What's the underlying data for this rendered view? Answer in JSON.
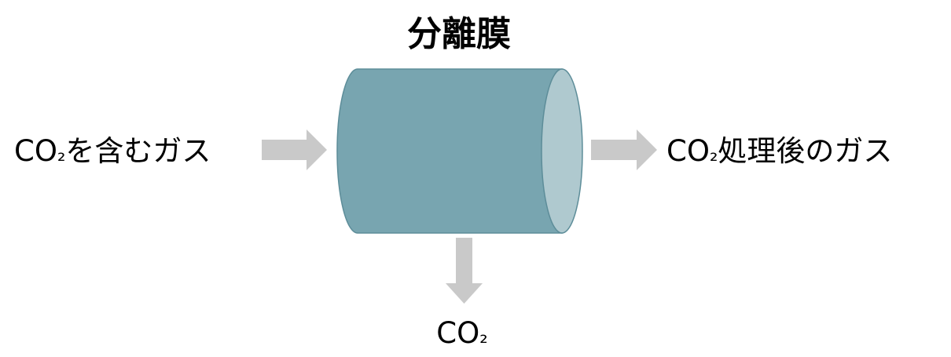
{
  "diagram": {
    "title": "分離膜",
    "input": {
      "prefix": "CO",
      "subscript": "₂",
      "suffix": "を含むガス"
    },
    "output": {
      "prefix": "CO",
      "subscript": "₂",
      "suffix": "処理後のガス"
    },
    "permeate": {
      "prefix": "CO",
      "subscript": "₂"
    }
  },
  "colors": {
    "membrane_body": "#78a5b0",
    "membrane_end": "#afc9cf",
    "membrane_stroke": "#5d8d99",
    "arrow": "#c9c9c9",
    "text": "#000000"
  }
}
